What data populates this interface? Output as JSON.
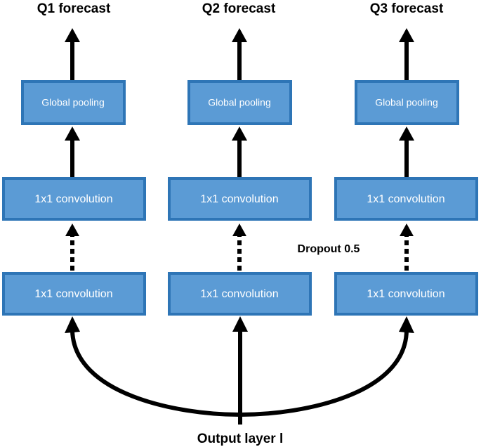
{
  "colors": {
    "box_fill": "#5b9bd5",
    "box_border": "#2e75b6",
    "arrow": "#000000",
    "text_on_box": "#ffffff"
  },
  "branches": [
    {
      "forecast_label": "Q1 forecast",
      "pooling_label": "Global pooling",
      "upper_conv_label": "1x1 convolution",
      "lower_conv_label": "1x1 convolution"
    },
    {
      "forecast_label": "Q2 forecast",
      "pooling_label": "Global pooling",
      "upper_conv_label": "1x1 convolution",
      "lower_conv_label": "1x1 convolution"
    },
    {
      "forecast_label": "Q3 forecast",
      "pooling_label": "Global pooling",
      "upper_conv_label": "1x1 convolution",
      "lower_conv_label": "1x1 convolution"
    }
  ],
  "dropout_label": "Dropout 0.5",
  "input_label": "Output layer l"
}
